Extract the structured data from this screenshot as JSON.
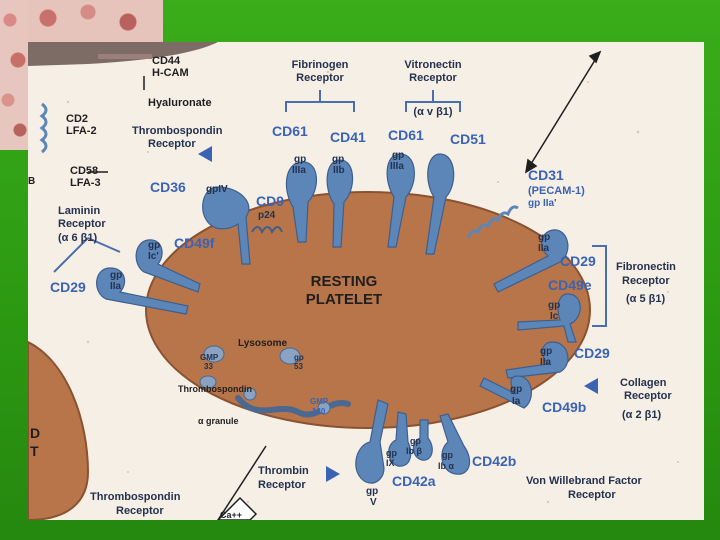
{
  "labels": {
    "cd44": "CD44",
    "hcam": "H-CAM",
    "hyaluronate": "Hyaluronate",
    "fibrinogen_receptor_1": "Fibrinogen",
    "fibrinogen_receptor_2": "Receptor",
    "vitronectin_receptor_1": "Vitronectin",
    "vitronectin_receptor_2": "Receptor",
    "alpha_v_beta_1": "(α v β1)",
    "cd2": "CD2",
    "lfa2": "LFA-2",
    "thrombospondin_receptor_top_1": "Thrombospondin",
    "thrombospondin_receptor_top_2": "Receptor",
    "cd61_left": "CD61",
    "cd41": "CD41",
    "cd61_right": "CD61",
    "cd51": "CD51",
    "gp_iiia_1": "gp",
    "gp_iiia_1b": "IIIa",
    "gp_iib_1": "gp",
    "gp_iib_1b": "IIb",
    "gp_iiia_2": "gp",
    "gp_iiia_2b": "IIIa",
    "cd58": "CD58",
    "lfa3": "LFA-3",
    "cd36": "CD36",
    "gpiv": "gpIV",
    "cd9": "CD9",
    "p24": "p24",
    "cd31": "CD31",
    "pecam1": "(PECAM-1)",
    "gp_iia_star": "gp IIa'",
    "laminin_receptor_1": "Laminin",
    "laminin_receptor_2": "Receptor",
    "alpha6_beta1": "(α 6 β1)",
    "gp_ic_star_1": "gp",
    "gp_ic_star_1b": "Ic'",
    "cd49f": "CD49f",
    "gp_iia_left_1": "gp",
    "gp_iia_left_1b": "IIa",
    "cd29_left": "CD29",
    "resting_platelet_1": "RESTING",
    "resting_platelet_2": "PLATELET",
    "gp_iia_right_1": "gp",
    "gp_iia_right_1b": "IIa",
    "cd29_right_top": "CD29",
    "fibronectin_receptor_1": "Fibronectin",
    "fibronectin_receptor_2": "Receptor",
    "alpha5_beta1": "(α 5 β1)",
    "cd49e": "CD49e",
    "gp_ic_right_1": "gp",
    "gp_ic_right_1b": "Ic",
    "lysosome": "Lysosome",
    "gmp33_1": "GMP",
    "gmp33_2": "33",
    "gp53_1": "gp",
    "gp53_2": "53",
    "thrombospondin_inner": "Thrombospondin",
    "gmp140_1": "GMP",
    "gmp140_2": "140",
    "alpha_granule": "α granule",
    "gp_iia_lower_1": "gp",
    "gp_iia_lower_1b": "IIa",
    "cd29_right_lower": "CD29",
    "collagen_receptor_1": "Collagen",
    "collagen_receptor_2": "Receptor",
    "alpha2_beta1": "(α 2 β1)",
    "gp_ia_1": "gp",
    "gp_ia_1b": "Ia",
    "cd49b": "CD49b",
    "gp_ix_1": "gp",
    "gp_ix_1b": "IX",
    "gp_ib_beta_1": "gp",
    "gp_ib_beta_1b": "Ib β",
    "gp_ib_alpha_1": "gp",
    "gp_ib_alpha_1b": "Ib α",
    "cd42b": "CD42b",
    "cd42a": "CD42a",
    "thrombin_receptor_1": "Thrombin",
    "thrombin_receptor_2": "Receptor",
    "vwf_receptor_1": "Von Willebrand Factor",
    "vwf_receptor_2": "Receptor",
    "gp_v_1": "gp",
    "gp_v_1b": "V",
    "thrombospondin_receptor_bottom_1": "Thrombospondin",
    "thrombospondin_receptor_bottom_2": "Receptor",
    "ca_ion": "Ca++",
    "left_cell_fragment_1": "D",
    "left_cell_fragment_2": "T",
    "left_edge_b": "B"
  },
  "colors": {
    "slide_green": "#2f9e14",
    "figure_bg": "#f6efe6",
    "platelet_body": "#b87549",
    "receptor_blue": "#5d86b8",
    "label_blue": "#3a63b5"
  }
}
